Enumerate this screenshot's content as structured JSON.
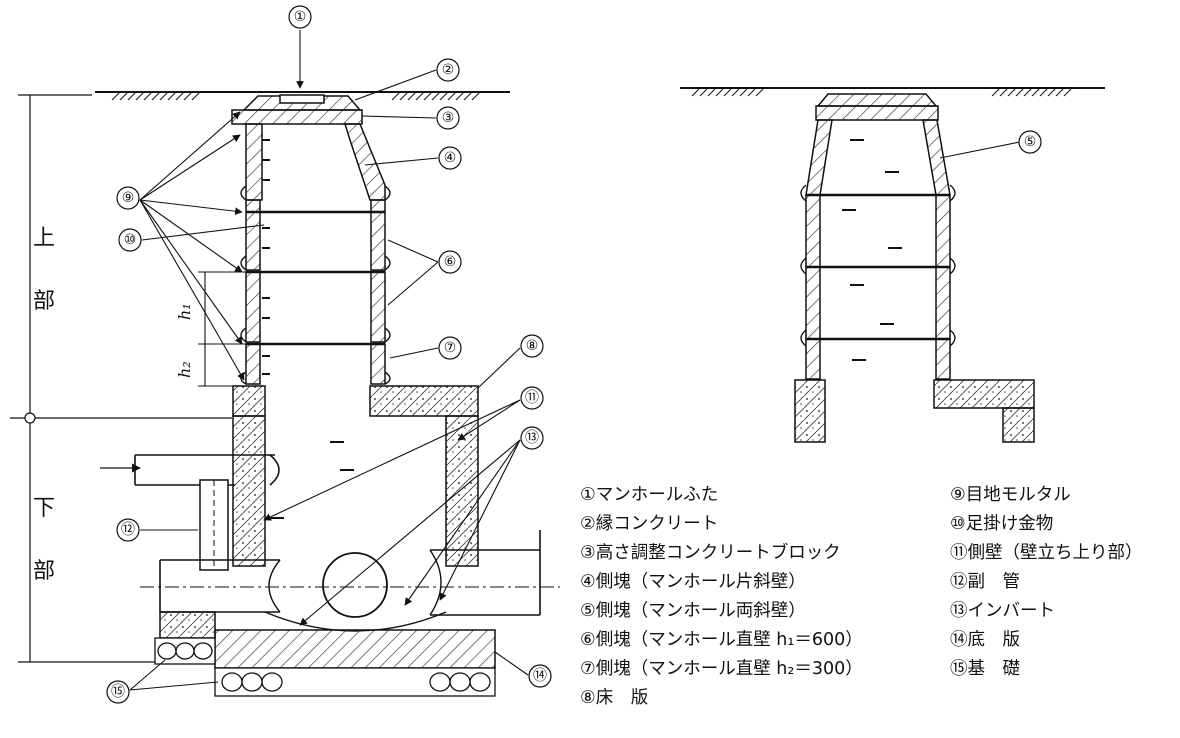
{
  "diagram": {
    "callouts": [
      "①",
      "②",
      "③",
      "④",
      "⑤",
      "⑥",
      "⑦",
      "⑧",
      "⑨",
      "⑩",
      "⑪",
      "⑫",
      "⑬",
      "⑭",
      "⑮"
    ],
    "side_labels": {
      "upper": [
        "上",
        "部"
      ],
      "lower": [
        "下",
        "部"
      ]
    },
    "height_labels": {
      "h1": "h₁",
      "h2": "h₂"
    }
  },
  "legend": {
    "left": [
      "①マンホールふた",
      "②縁コンクリート",
      "③高さ調整コンクリートブロック",
      "④側塊（マンホール片斜壁）",
      "⑤側塊（マンホール両斜壁）",
      "⑥側塊（マンホール直壁 h₁＝600）",
      "⑦側塊（マンホール直壁 h₂＝300）",
      "⑧床　版"
    ],
    "right": [
      "⑨目地モルタル",
      "⑩足掛け金物",
      "⑪側壁（壁立ち上り部）",
      "⑫副　管",
      "⑬インバート",
      "⑭底　版",
      "⑮基　礎"
    ]
  }
}
